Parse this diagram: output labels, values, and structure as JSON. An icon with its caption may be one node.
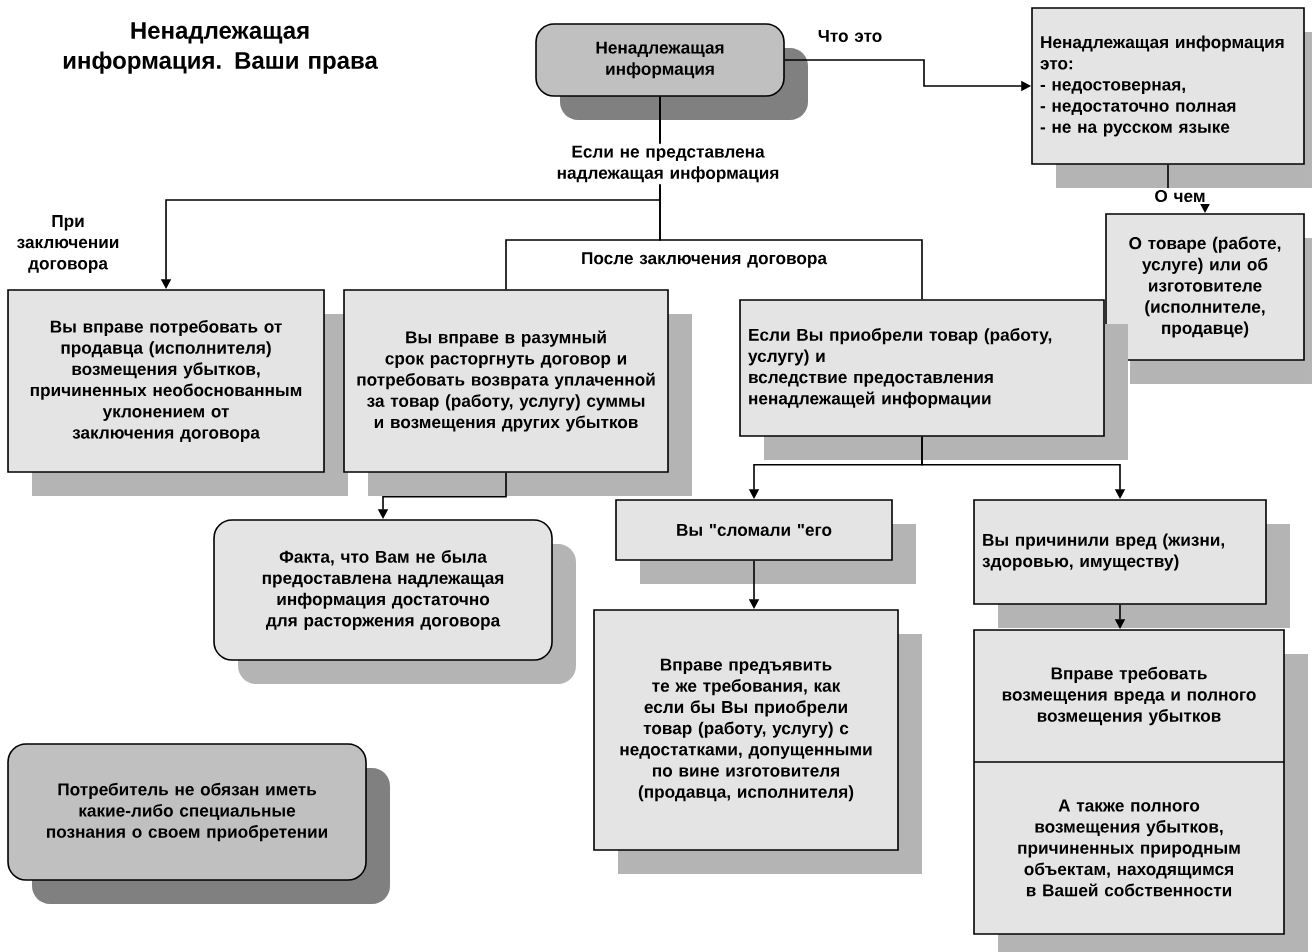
{
  "diagram": {
    "title": "Ненадлежащая информация. Ваши права",
    "nodes": [
      {
        "text": [
          "Ненадлежащая информация"
        ]
      },
      {
        "text": [
          "Ненадлежащая информация это:",
          "- недостоверная,",
          "- недостаточно полная",
          "- не на русском языке"
        ]
      },
      {
        "text": [
          "О товаре (работе, услуге) или об изготовителе (исполнителе, продавце)"
        ]
      },
      {
        "text": [
          "Вы вправе потребовать от продавца (исполнителя) возмещения убытков, причиненных необоснованным уклонением от заключения договора"
        ]
      },
      {
        "text": [
          "Вы вправе в разумный срок расторгнуть договор и потребовать возврата уплаченной за товар (работу, услугу) суммы и возмещения других убытков"
        ]
      },
      {
        "text": [
          "Если  Вы приобрели товар (работу, услугу) и",
          "вследствие  предоставления ненадлежащей информации"
        ]
      },
      {
        "text": [
          "Факта, что Вам не была предоставлена надлежащая информация достаточно для расторжения договора"
        ]
      },
      {
        "text": [
          "Вы \"сломали \"его"
        ]
      },
      {
        "text": [
          "Вы причинили вред (жизни, здоровью, имуществу)"
        ]
      },
      {
        "text": [
          "Вправе  предъявить те же требования, как если бы Вы приобрели товар (работу, услугу) с недостатками, допущенными по вине изготовителя (продавца, исполнителя)"
        ]
      },
      {
        "text": [
          "Вправе  требовать возмещения вреда и полного возмещения убытков",
          "А также полного возмещения убытков, причиненных природным объектам, находящимся в Вашей собственности"
        ]
      },
      {
        "text": [
          "Потребитель не обязан иметь какие-либо специальные познания о своем приобретении"
        ]
      }
    ],
    "edges": [
      {
        "from": 0,
        "to": 1,
        "arrow": "to",
        "label": "Что это"
      },
      {
        "from": 1,
        "to": 2,
        "arrow": "to",
        "label": "О чем"
      },
      {
        "from": 0,
        "to": 3,
        "arrow": "to",
        "label": "При заключении договора"
      },
      {
        "from": 0,
        "to": 4,
        "arrow": "none",
        "label": "После заключения договора"
      },
      {
        "from": 0,
        "to": 5,
        "arrow": "none",
        "label": "Если не представлена надлежащая информация"
      },
      {
        "from": 4,
        "to": 6,
        "arrow": "to"
      },
      {
        "from": 5,
        "to": 7,
        "arrow": "to"
      },
      {
        "from": 5,
        "to": 8,
        "arrow": "to"
      },
      {
        "from": 7,
        "to": 9,
        "arrow": "to"
      },
      {
        "from": 8,
        "to": 10,
        "arrow": "to"
      }
    ]
  }
}
